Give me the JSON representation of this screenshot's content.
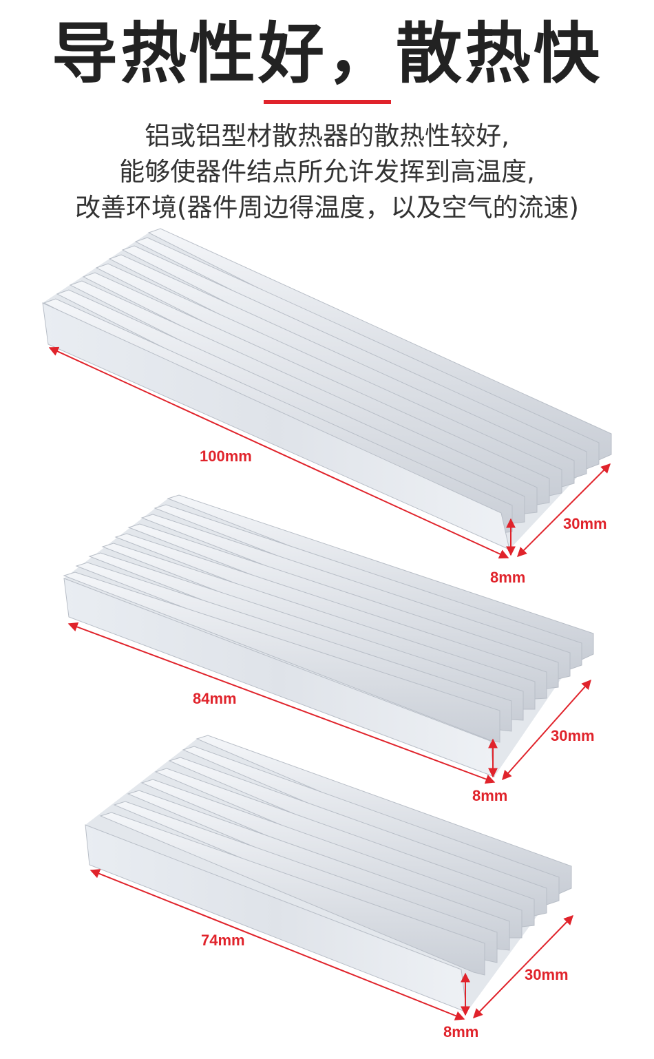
{
  "headline": "导热性好，散热快",
  "description": [
    "铝或铝型材散热器的散热性较好,",
    "能够使器件结点所允许发挥到高温度,",
    "改善环境(器件周边得温度，以及空气的流速)"
  ],
  "accent_color": "#e0232b",
  "products": [
    {
      "length": "100mm",
      "width": "30mm",
      "height": "8mm"
    },
    {
      "length": "84mm",
      "width": "30mm",
      "height": "8mm"
    },
    {
      "length": "74mm",
      "width": "30mm",
      "height": "8mm"
    }
  ]
}
